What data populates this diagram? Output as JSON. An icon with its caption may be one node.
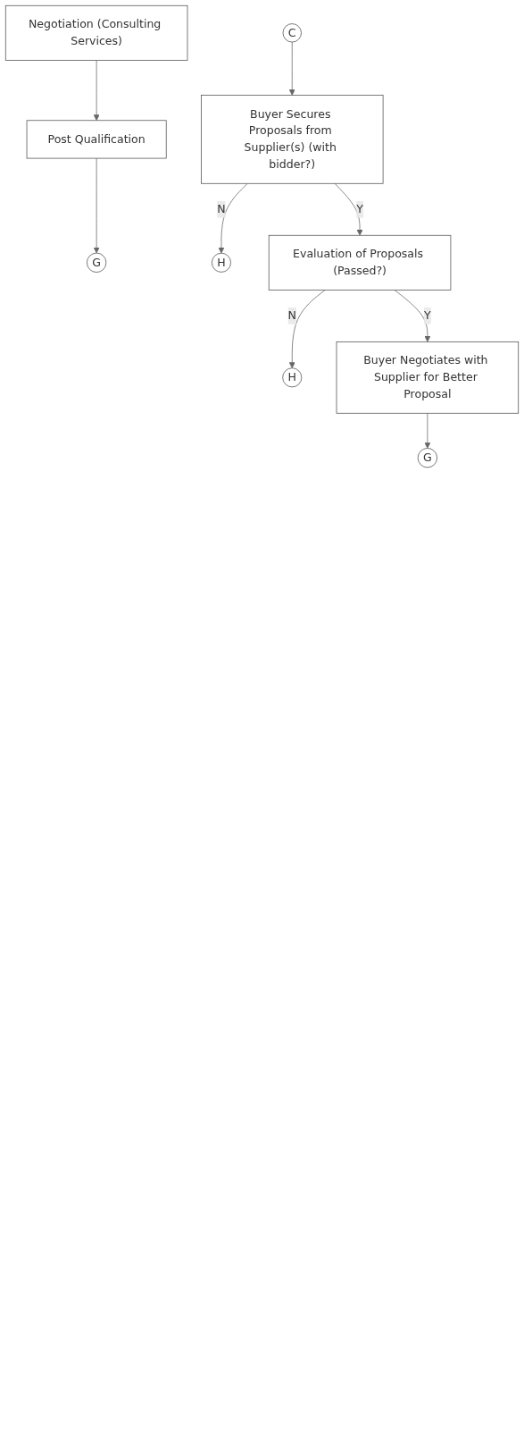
{
  "diagram": {
    "nodes": [
      {
        "text": [
          "Negotiation (Consulting Services)"
        ]
      },
      {
        "text": [
          "Post Qualification"
        ]
      },
      {
        "text": [
          "G"
        ]
      },
      {
        "text": [
          "C"
        ]
      },
      {
        "text": [
          "Buyer Secures Proposals from Supplier(s) (with bidder?)"
        ]
      },
      {
        "text": [
          "H"
        ]
      },
      {
        "text": [
          "Evaluation of Proposals (Passed?)"
        ]
      },
      {
        "text": [
          "H"
        ]
      },
      {
        "text": [
          "Buyer Negotiates with Supplier for Better Proposal"
        ]
      },
      {
        "text": [
          "G"
        ]
      }
    ],
    "edges": [
      {
        "from": 0,
        "to": 1,
        "arrow": "to"
      },
      {
        "from": 1,
        "to": 2,
        "arrow": "to"
      },
      {
        "from": 3,
        "to": 4,
        "arrow": "to"
      },
      {
        "from": 4,
        "to": 5,
        "arrow": "to",
        "label": "N"
      },
      {
        "from": 4,
        "to": 6,
        "arrow": "to",
        "label": "Y"
      },
      {
        "from": 6,
        "to": 7,
        "arrow": "to",
        "label": "N"
      },
      {
        "from": 6,
        "to": 8,
        "arrow": "to",
        "label": "Y"
      },
      {
        "from": 8,
        "to": 9,
        "arrow": "to"
      }
    ]
  }
}
